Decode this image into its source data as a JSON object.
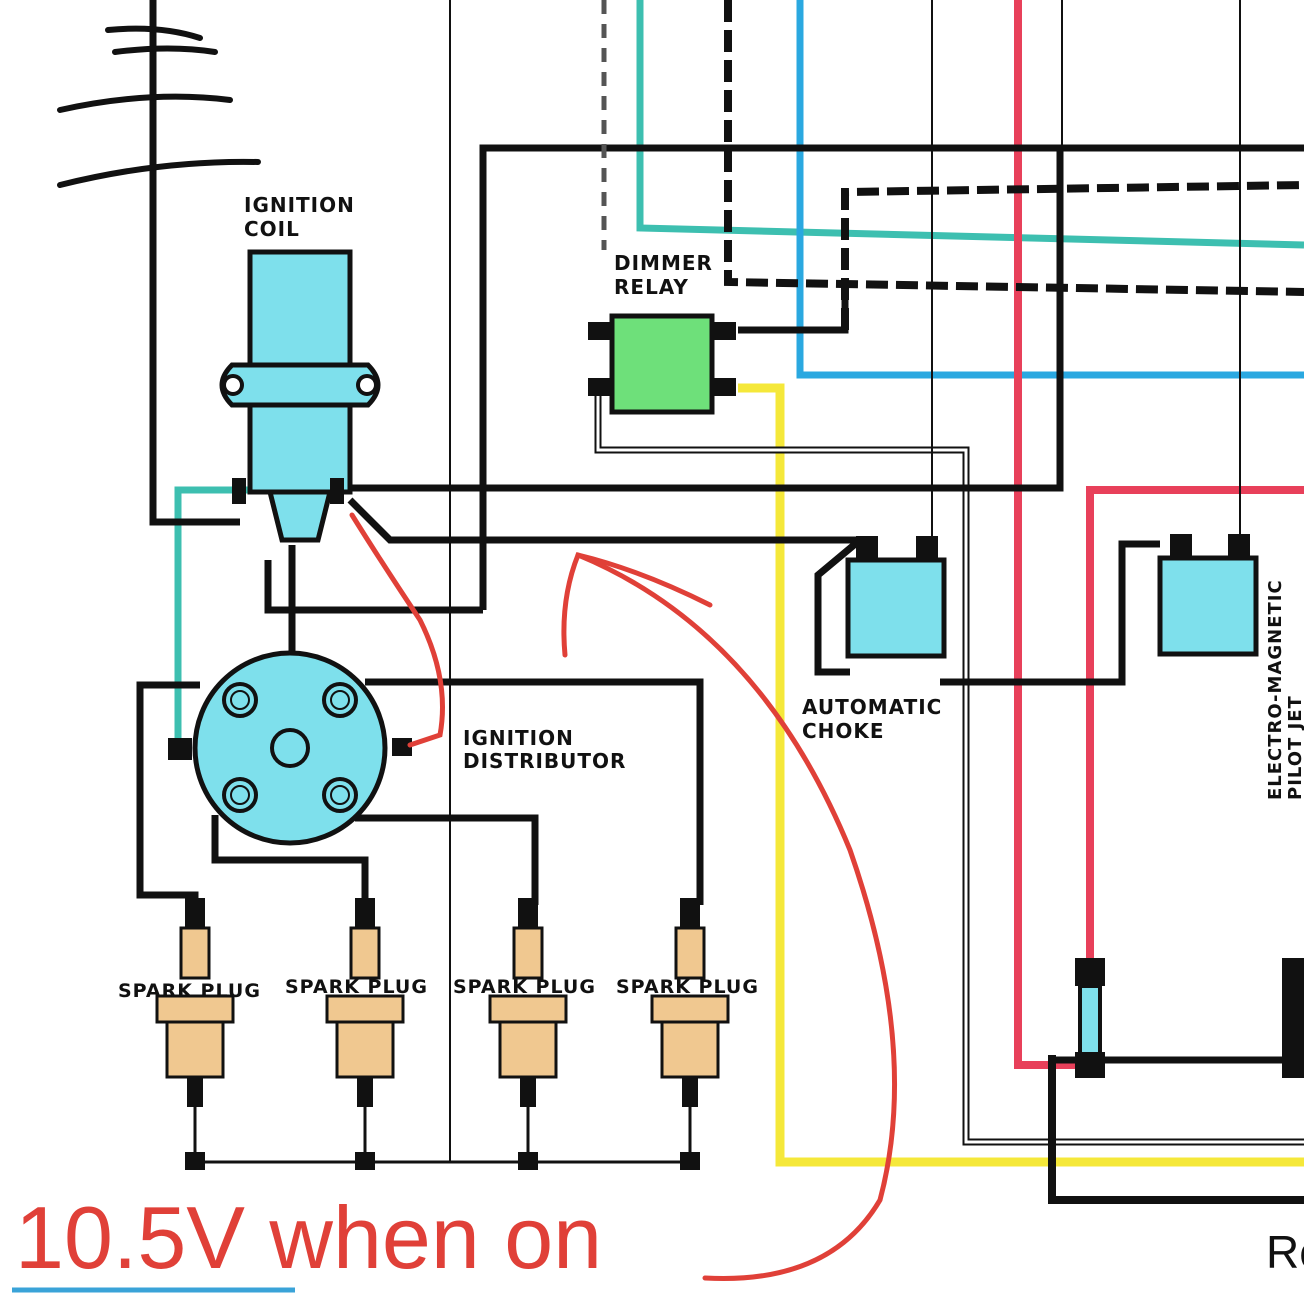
{
  "labels": {
    "ignition_coil": [
      "IGNITION",
      "COIL"
    ],
    "dimmer_relay": [
      "DIMMER",
      "RELAY"
    ],
    "ignition_distributor": [
      "IGNITION",
      "DISTRIBUTOR"
    ],
    "automatic_choke": [
      "AUTOMATIC",
      "CHOKE"
    ],
    "electro_magnetic_pilot_jet": [
      "ELECTRO-MAGNETIC",
      "PILOT JET"
    ],
    "spark_plugs": [
      "SPARK PLUG",
      "SPARK PLUG",
      "SPARK PLUG",
      "SPARK PLUG"
    ]
  },
  "annotation": {
    "text": "10.5V when on",
    "color": "#e04038",
    "underline_color": "#3aa3d8"
  },
  "edge_text": "Re",
  "colors": {
    "wire_black": "#111111",
    "wire_teal": "#3dbfb0",
    "wire_blue": "#2aa8e0",
    "wire_red": "#e8405a",
    "wire_yellow": "#f5e83a",
    "component_cyan": "#7ee0ec",
    "relay_green": "#6ee07a",
    "spark_plug_tan": "#f0c890"
  }
}
